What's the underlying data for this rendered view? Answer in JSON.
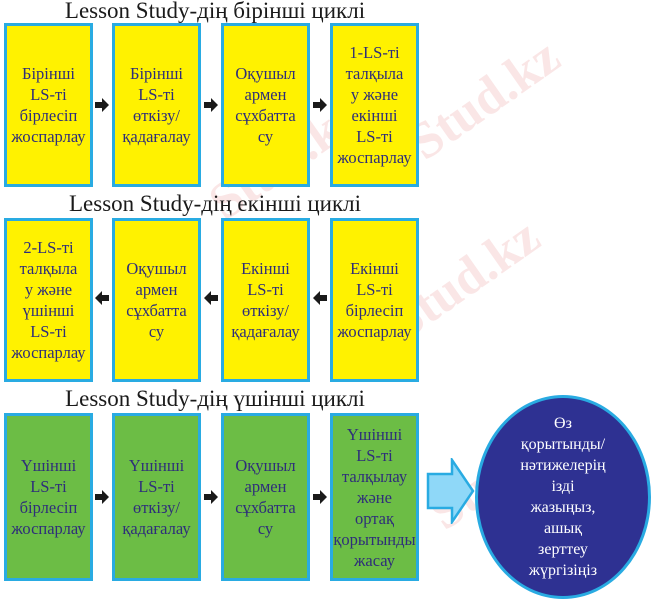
{
  "cycles": [
    {
      "title": "Lesson Study-дің бірінші циклі",
      "color": "#fff200",
      "direction": "right",
      "steps": [
        "Бірінші\nLS-ті\nбірлесіп\nжоспарлау",
        "Бірінші\nLS-ті\nөткізу/\nқадағалау",
        "Оқушыл\nармен\nсұхбатта\nсу",
        "1-LS-ті\nталқыла\nу және\nекінші\nLS-ті\nжоспарлау"
      ]
    },
    {
      "title": "Lesson Study-дің екінші циклі",
      "color": "#fff200",
      "direction": "left",
      "steps": [
        "2-LS-ті\nталқыла\nу және\nүшінші\nLS-ті\nжоспарлау",
        "Оқушыл\nармен\nсұхбатта\nсу",
        "Екінші\nLS-ті\nөткізу/\nқадағалау",
        "Екінші\nLS-ті\nбірлесіп\nжоспарлау"
      ]
    },
    {
      "title": "Lesson Study-дің үшінші циклі",
      "color": "#6cbd45",
      "direction": "right",
      "steps": [
        "Үшінші\nLS-ті\nбірлесіп\nжоспарлау",
        "Үшінші\nLS-ті\nөткізу/\nқадағалау",
        "Оқушыл\nармен\nсұхбатта\nсу",
        "Үшінші\nLS-ті\nталқылау\nжәне\nортақ\nқорытынды\nжасау"
      ]
    }
  ],
  "outcome": {
    "text": "Өз\nқорытынды/\nнәтижелерің\nізді\nжазыңыз,\nашық\nзерттеу\nжүргізіңіз",
    "color": "#2e3192"
  },
  "colors": {
    "border": "#29abe2",
    "box_text": "#2e2e7a",
    "arrow": "#1a1a1a",
    "big_arrow": "#8fd8f8"
  },
  "watermark": "Stud.kz"
}
